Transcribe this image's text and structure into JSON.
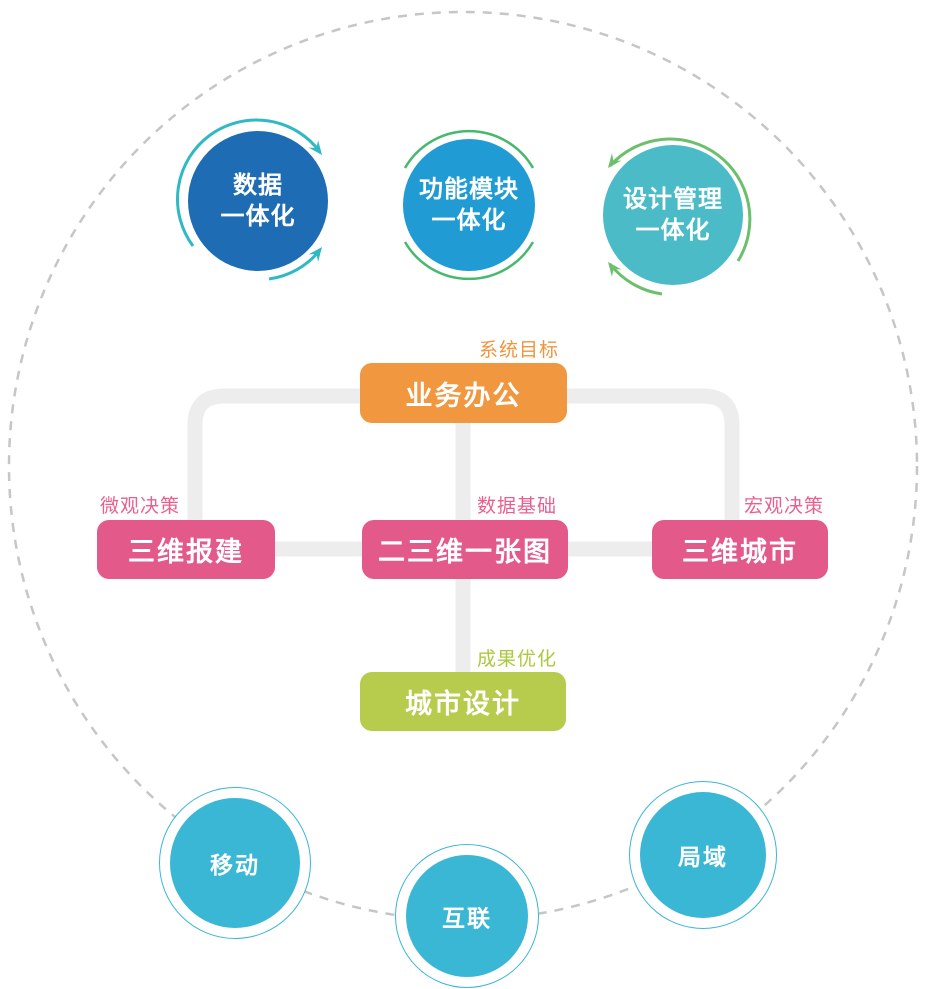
{
  "outer_ring": {
    "color": "#c6c6c6"
  },
  "top_circles": [
    {
      "line1": "数据",
      "line2": "一体化",
      "fill": "#1e6cb4",
      "arc_color": "#2fb9c4"
    },
    {
      "line1": "功能模块",
      "line2": "一体化",
      "fill": "#209bd4",
      "arc_color": "#45b96d"
    },
    {
      "line1": "设计管理",
      "line2": "一体化",
      "fill": "#4bbcc7",
      "arc_color": "#6cbf6c"
    }
  ],
  "flow": {
    "connector_color": "#ededed",
    "nodes": {
      "top": {
        "label": "业务办公",
        "tag": "系统目标",
        "fill": "#f0973f",
        "tag_color": "#f0953f"
      },
      "left": {
        "label": "三维报建",
        "tag": "微观决策",
        "fill": "#e2598a",
        "tag_color": "#e8618e"
      },
      "center": {
        "label": "二三维一张图",
        "tag": "数据基础",
        "fill": "#e2598a",
        "tag_color": "#e8618e"
      },
      "right": {
        "label": "三维城市",
        "tag": "宏观决策",
        "fill": "#e2598a",
        "tag_color": "#e8618e"
      },
      "bottom": {
        "label": "城市设计",
        "tag": "成果优化",
        "fill": "#b7cb4c",
        "tag_color": "#abc93f"
      }
    }
  },
  "bottom_circles": {
    "ring_color": "#3ab7d5",
    "fill": "#3ab7d5",
    "items": [
      {
        "label": "移动"
      },
      {
        "label": "互联"
      },
      {
        "label": "局域"
      }
    ]
  }
}
